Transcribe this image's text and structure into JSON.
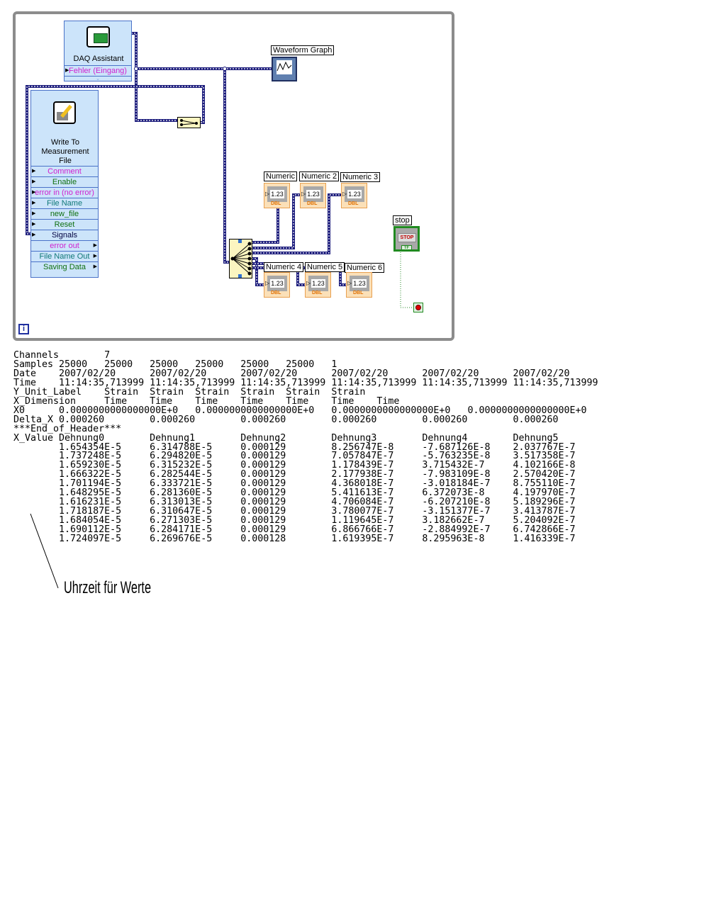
{
  "diagram": {
    "daq_assistant": {
      "title": "DAQ Assistant",
      "terminal": "Fehler (Eingang)"
    },
    "write_file": {
      "title": "Write To Measurement File",
      "terminals": [
        {
          "label": "Comment",
          "color": "#d020d0"
        },
        {
          "label": "Enable",
          "color": "#107010"
        },
        {
          "label": "error in (no error)",
          "color": "#d020d0"
        },
        {
          "label": "File Name",
          "color": "#107878"
        },
        {
          "label": "new_file",
          "color": "#107010"
        },
        {
          "label": "Reset",
          "color": "#107010"
        },
        {
          "label": "Signals",
          "color": "#000040"
        },
        {
          "label": "error out",
          "color": "#d020d0"
        },
        {
          "label": "File Name Out",
          "color": "#107878"
        },
        {
          "label": "Saving Data",
          "color": "#107010"
        }
      ]
    },
    "waveform_graph": "Waveform Graph",
    "numerics": [
      {
        "label": "Numeric",
        "value": "1.23",
        "type": "DBL"
      },
      {
        "label": "Numeric 2",
        "value": "1.23",
        "type": "DBL"
      },
      {
        "label": "Numeric 3",
        "value": "1.23",
        "type": "DBL"
      },
      {
        "label": "Numeric 4",
        "value": "1.23",
        "type": "DBL"
      },
      {
        "label": "Numeric 5",
        "value": "1.23",
        "type": "DBL"
      },
      {
        "label": "Numeric 6",
        "value": "1.23",
        "type": "DBL"
      }
    ],
    "stop": {
      "label": "stop",
      "button": "STOP",
      "type": "TF"
    },
    "loop_index": "i",
    "wire_color": "#1c1c7c"
  },
  "file_lines": [
    "Channels\t7",
    "Samples\t25000\t25000\t25000\t25000\t25000\t25000\t1",
    "Date\t2007/02/20\t2007/02/20\t2007/02/20\t2007/02/20\t2007/02/20\t2007/02/20",
    "Time\t11:14:35,713999\t11:14:35,713999\t11:14:35,713999\t11:14:35,713999\t11:14:35,713999\t11:14:35,713999",
    "Y_Unit_Label\tStrain\tStrain\tStrain\tStrain\tStrain\tStrain",
    "X_Dimension\tTime\tTime\tTime\tTime\tTime\tTime\tTime",
    "X0\t0.0000000000000000E+0\t0.0000000000000000E+0\t0.0000000000000000E+0\t0.0000000000000000E+0",
    "Delta_X\t0.000260\t0.000260\t0.000260\t0.000260\t0.000260\t0.000260",
    "***End_of_Header***",
    "X_Value\tDehnung0\tDehnung1\tDehnung2\tDehnung3\tDehnung4\tDehnung5",
    "\t1.654354E-5\t6.314788E-5\t0.000129\t8.256747E-8\t-7.687126E-8\t2.037767E-7",
    "\t1.737248E-5\t6.294820E-5\t0.000129\t7.057847E-7\t-5.763235E-8\t3.517358E-7",
    "\t1.659230E-5\t6.315232E-5\t0.000129\t1.178439E-7\t3.715432E-7\t4.102166E-8",
    "\t1.666322E-5\t6.282544E-5\t0.000129\t2.177938E-7\t-7.983109E-8\t2.570420E-7",
    "\t1.701194E-5\t6.333721E-5\t0.000129\t4.368018E-7\t-3.018184E-7\t8.755110E-7",
    "\t1.648295E-5\t6.281360E-5\t0.000129\t5.411613E-7\t6.372073E-8\t4.197970E-7",
    "\t1.616231E-5\t6.313013E-5\t0.000129\t4.706084E-7\t-6.207210E-8\t5.189296E-7",
    "\t1.718187E-5\t6.310647E-5\t0.000129\t3.780077E-7\t-3.151377E-7\t3.413787E-7",
    "\t1.684054E-5\t6.271303E-5\t0.000129\t1.119645E-7\t3.182662E-7\t5.204092E-7",
    "\t1.690112E-5\t6.284171E-5\t0.000129\t6.866766E-7\t-2.884992E-7\t6.742866E-7",
    "\t1.724097E-5\t6.269676E-5\t0.000128\t1.619395E-7\t8.295963E-8\t1.416339E-7"
  ],
  "annotation": "Uhrzeit für Werte"
}
